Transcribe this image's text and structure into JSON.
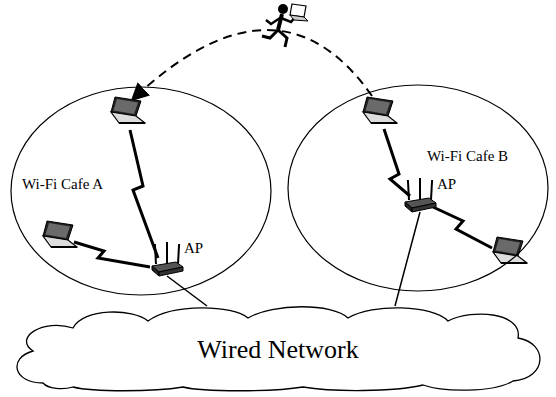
{
  "diagram": {
    "nodes": [
      {
        "text": [
          "Wi-Fi Cafe A"
        ]
      },
      {
        "text": [
          "AP"
        ],
        "in": 0
      },
      {
        "text": [
          "Wi-Fi Cafe B"
        ]
      },
      {
        "text": [
          "AP"
        ],
        "in": 2
      },
      {
        "text": [
          "Wired Network"
        ]
      }
    ],
    "edges": [
      {
        "from": 1,
        "to": 4,
        "arrow": "none"
      },
      {
        "from": 3,
        "to": 4,
        "arrow": "none"
      }
    ]
  }
}
